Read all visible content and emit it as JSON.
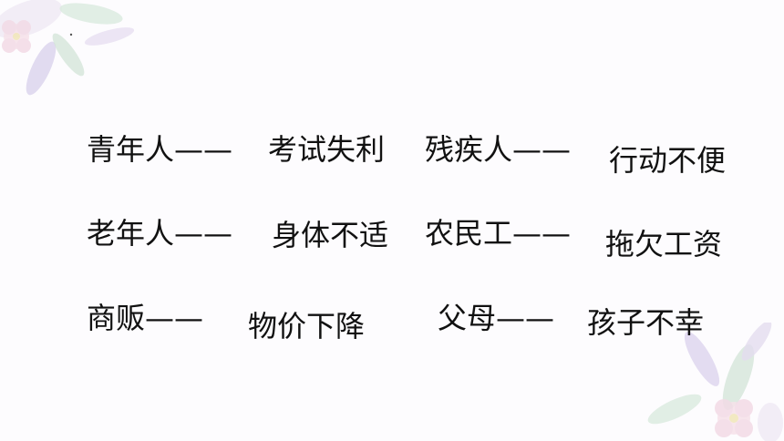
{
  "slide": {
    "rows": [
      {
        "a": "青年人——",
        "b": "考试失利",
        "c": "残疾人——",
        "d": "行动不便"
      },
      {
        "a": "老年人——",
        "b": "身体不适",
        "c": "农民工——",
        "d": "拖欠工资"
      },
      {
        "a": "商贩——",
        "b": "物价下降",
        "c": "父母——",
        "d": "孩子不幸"
      }
    ]
  },
  "colors": {
    "text": "#111111",
    "background": "#fdfcfe",
    "flower_pink": "#f3dbe6",
    "leaf_green": "#cfe3d4",
    "leaf_lavender": "#d9d2ec"
  },
  "icons": {
    "top_left": "floral-corner-decoration",
    "bottom_right": "floral-corner-decoration"
  }
}
